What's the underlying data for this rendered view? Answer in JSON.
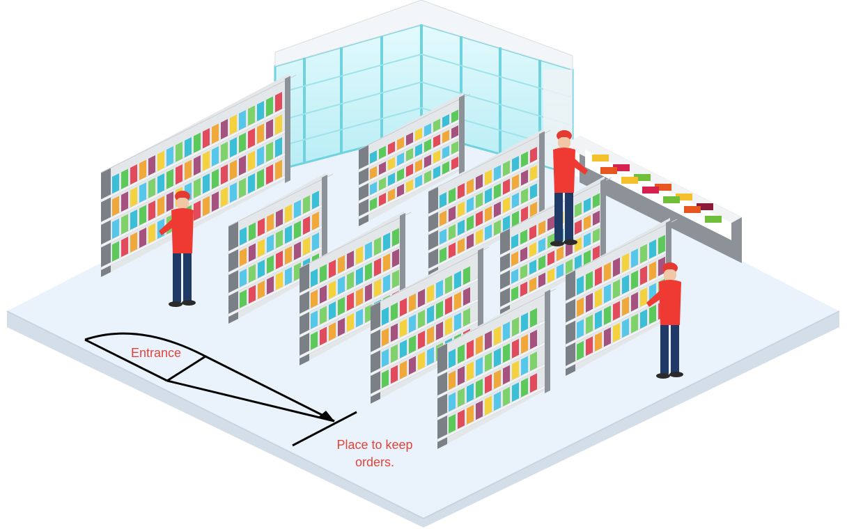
{
  "labels": {
    "entrance": "Entrance",
    "orders_line1": "Place to keep",
    "orders_line2": "orders."
  },
  "colors": {
    "annotation_text": "#e0443a",
    "annotation_line": "#000000",
    "floor_top": "#eaf3fb",
    "floor_side": "#d3dee8",
    "shelf_frame": "#8d9299",
    "shelf_plank": "#f1f3f5",
    "fridge_glass": "#bfeff6",
    "fridge_frame": "#6fd2df",
    "worker_shirt": "#ef3a33",
    "worker_pants": "#1f3a66"
  },
  "icons": [
    "shelf-unit-icon",
    "fridge-icon",
    "produce-stand-icon",
    "worker-icon"
  ]
}
